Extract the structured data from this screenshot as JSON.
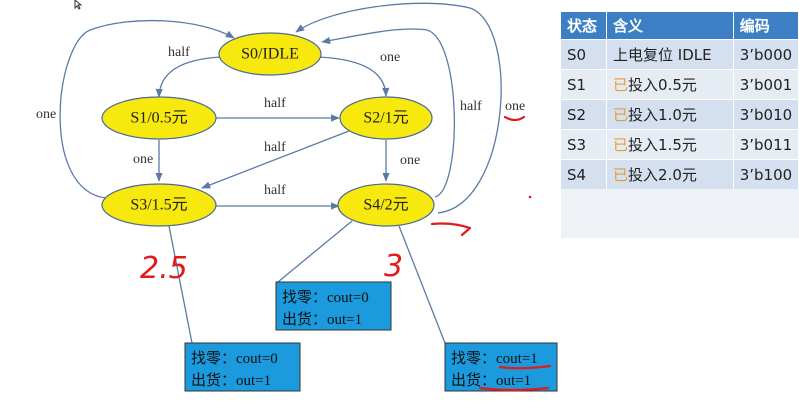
{
  "states": [
    {
      "id": "S0",
      "label": "S0/IDLE"
    },
    {
      "id": "S1",
      "label": "S1/0.5元"
    },
    {
      "id": "S2",
      "label": "S2/1元"
    },
    {
      "id": "S3",
      "label": "S3/1.5元"
    },
    {
      "id": "S4",
      "label": "S4/2元"
    }
  ],
  "transitions": [
    {
      "from": "S0",
      "to": "S1",
      "label": "half"
    },
    {
      "from": "S0",
      "to": "S2",
      "label": "one"
    },
    {
      "from": "S1",
      "to": "S2",
      "label": "half"
    },
    {
      "from": "S1",
      "to": "S3",
      "label": "one"
    },
    {
      "from": "S2",
      "to": "S3",
      "label": "half"
    },
    {
      "from": "S2",
      "to": "S4",
      "label": "one"
    },
    {
      "from": "S3",
      "to": "S4",
      "label": "half"
    },
    {
      "from": "S3",
      "to": "S0",
      "label": "one"
    },
    {
      "from": "S4",
      "to": "S0",
      "label": "half"
    },
    {
      "from": "S4",
      "to": "S0",
      "label": "one"
    }
  ],
  "output_boxes": [
    {
      "id": "box_s4_idle",
      "line1": "找零：cout=0",
      "line2": "出货：out=1"
    },
    {
      "id": "box_s3",
      "line1": "找零：cout=0",
      "line2": "出货：out=1"
    },
    {
      "id": "box_s4_one",
      "line1": "找零：cout=1",
      "line2": "出货：out=1"
    }
  ],
  "annotations": {
    "s3_note": "2.5",
    "s4_note": "3"
  },
  "table": {
    "headers": [
      "状态",
      "含义",
      "编码"
    ],
    "rows": [
      {
        "state": "S0",
        "meaning": "上电复位 IDLE",
        "code": "3’b000"
      },
      {
        "state": "S1",
        "meaning_prefix": "已",
        "meaning": "投入0.5元",
        "code": "3’b001"
      },
      {
        "state": "S2",
        "meaning_prefix": "已",
        "meaning": "投入1.0元",
        "code": "3’b010"
      },
      {
        "state": "S3",
        "meaning_prefix": "已",
        "meaning": "投入1.5元",
        "code": "3’b011"
      },
      {
        "state": "S4",
        "meaning_prefix": "已",
        "meaning": "投入2.0元",
        "code": "3’b100"
      }
    ]
  },
  "colors": {
    "state_fill": "#f7e80e",
    "box_fill": "#1b9bde",
    "arrow": "#5b7ba6",
    "table_header": "#3d7fc4",
    "annotation": "#e21a1a"
  }
}
